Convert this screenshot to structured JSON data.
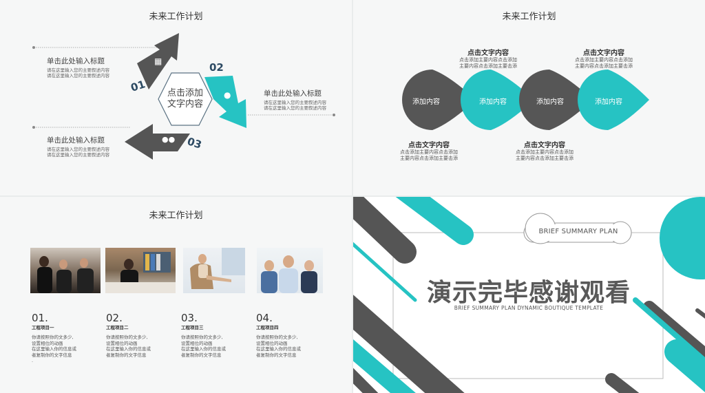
{
  "slide1": {
    "title": "未来工作计划",
    "center_text_line1": "点击添加",
    "center_text_line2": "文字内容",
    "num1": "01",
    "num2": "02",
    "num3": "03",
    "heading": "单击此处输入标题",
    "desc_line": "请在这里输入您的主要叙述内容",
    "colors": {
      "dark": "#555555",
      "teal": "#26c3c3"
    },
    "icons": [
      "building-icon",
      "person-icon",
      "people-icon"
    ]
  },
  "slide2": {
    "title": "未来工作计划",
    "circle_label": "添加内容",
    "callout_title": "点击文字内容",
    "callout_line1": "点击添加主要内容点击添加",
    "callout_line2": "主要内容点击添加主要击添"
  },
  "slide3": {
    "title": "未来工作计划",
    "items": [
      {
        "num": "01.",
        "name": "工程项目一",
        "l1": "你请按照你的文多少,",
        "l2": "设置相位的动画",
        "l3": "在这里输入你的信息或",
        "l4": "者复制你的文字信息",
        "l5": "."
      },
      {
        "num": "02.",
        "name": "工程项目二",
        "l1": "你请按照你的文多少,",
        "l2": "设置相位的动画",
        "l3": "在这里输入你的信息或",
        "l4": "者复制你的文字信息",
        "l5": ""
      },
      {
        "num": "03.",
        "name": "工程项目三",
        "l1": "你请按照你的文多少,",
        "l2": "设置相位的动画",
        "l3": "在这里输入你的信息或",
        "l4": "者复制你的文字信息",
        "l5": ""
      },
      {
        "num": "04.",
        "name": "工程项目四",
        "l1": "你请按照你的文多少,",
        "l2": "设置相位的动画",
        "l3": "在这里输入你的信息或",
        "l4": "者复制你的文字信息",
        "l5": ""
      }
    ]
  },
  "slide4": {
    "badge": "BRIEF SUMMARY PLAN",
    "main_title": "演示完毕感谢观看",
    "subtitle": "BRIEF SUMMARY PLAN DYNAMIC BOUTIQUE TEMPLATE"
  }
}
